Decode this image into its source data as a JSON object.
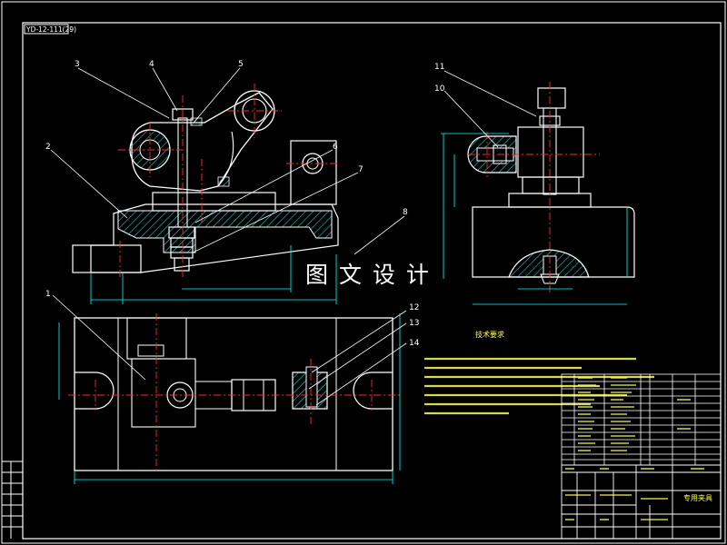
{
  "drawing_code": "YD-12-111(29)",
  "part_labels": [
    "1",
    "2",
    "3",
    "4",
    "5",
    "6",
    "7",
    "8",
    "10",
    "11",
    "12",
    "13",
    "14"
  ],
  "watermark": "图 文 设 计",
  "tech_title": "技术要求",
  "title_block": {
    "name": "专用夹具"
  },
  "colors": {
    "background": "#000000",
    "outline": "#ffffff",
    "center_line": "#ff2a2a",
    "dimension": "#00ffff",
    "hatch": "#29c7c7",
    "leader": "#ffffff",
    "text": "#ffff55",
    "watermark": "#ffffff"
  }
}
